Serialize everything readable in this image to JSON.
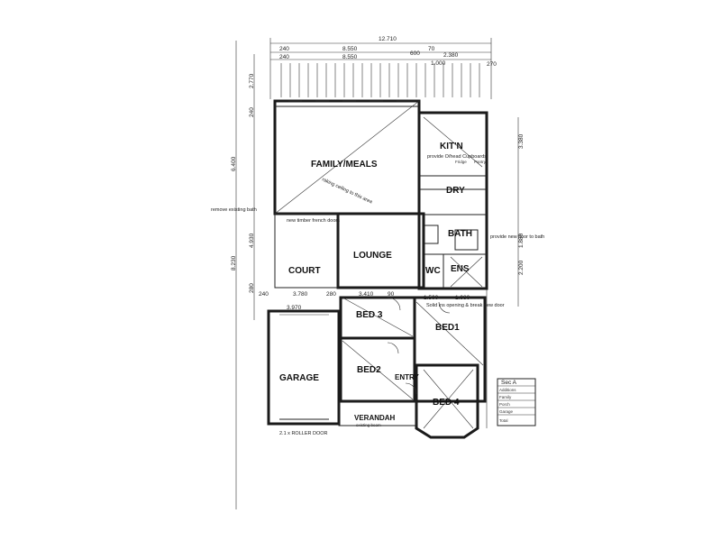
{
  "rooms": {
    "family": "FAMILY/MEALS",
    "kitchen": "KIT'N",
    "dry": "DRY",
    "lounge": "LOUNGE",
    "court": "COURT",
    "bath": "BATH",
    "ens": "ENS",
    "wc": "WC",
    "bed1": "BED1",
    "bed2": "BED2",
    "bed3": "BED 3",
    "bed4": "BED 4",
    "garage": "GARAGE",
    "entry": "ENTRY",
    "verandah": "VERANDAH"
  },
  "notes": {
    "kitchen_cupboards": "provide O/head Cupboards",
    "bath_floor": "provide new floor to bath",
    "bath_remove": "remove existing bath",
    "french_doors": "new timber french doors",
    "raking_ceiling": "raking ceiling to this area",
    "solid_opening": "Solid ins opening & break new door",
    "roller_door": "2.1 x ROLLER DOOR",
    "verandah_sub": "existing beam",
    "pantry": "Pantry",
    "fridge": "Fridge"
  },
  "dimensions": {
    "top_overall": "12.710",
    "top_left_a": "8.550",
    "top_left_b": "8.550",
    "top_600": "600",
    "top_70": "70",
    "top_2380": "2.380",
    "top_1000": "1.000",
    "top_240a": "240",
    "top_240b": "240",
    "top_270": "270",
    "left_6400": "6.400",
    "left_8230": "8.230",
    "left_4930": "4.930",
    "left_2770": "2.770",
    "left_240": "240",
    "left_280": "280",
    "mid_3780": "3.780",
    "mid_3410": "3.410",
    "mid_90": "90",
    "mid_1500": "1.500",
    "mid_1980": "1.980",
    "mid_3970": "3.970",
    "mid_240": "240",
    "mid_280": "280",
    "right_3380": "3.380",
    "right_2200": "2.200",
    "right_1880": "1.880"
  },
  "legend": {
    "title": "Sec A",
    "rows": [
      "Additions",
      "Family",
      "Porch",
      "Garage",
      "Total"
    ]
  }
}
